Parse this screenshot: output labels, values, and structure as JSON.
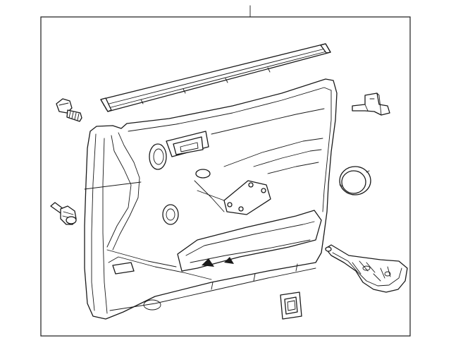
{
  "diagram": {
    "style": "exploded parts line drawing",
    "colors": {
      "line": "#1a1a1a",
      "background": "#ffffff"
    },
    "parts": [
      {
        "id": "door-trim-panel",
        "icon": "door-panel-icon"
      },
      {
        "id": "belt-weatherstrip",
        "icon": "weatherstrip-icon"
      },
      {
        "id": "mounting-screw",
        "icon": "screw-icon"
      },
      {
        "id": "panel-clip",
        "icon": "clip-icon"
      },
      {
        "id": "mounting-bracket",
        "icon": "bracket-icon"
      },
      {
        "id": "speaker-grille",
        "icon": "grille-icon"
      },
      {
        "id": "armrest-insert",
        "icon": "insert-icon"
      },
      {
        "id": "switch-bezel",
        "icon": "bezel-icon"
      }
    ]
  }
}
